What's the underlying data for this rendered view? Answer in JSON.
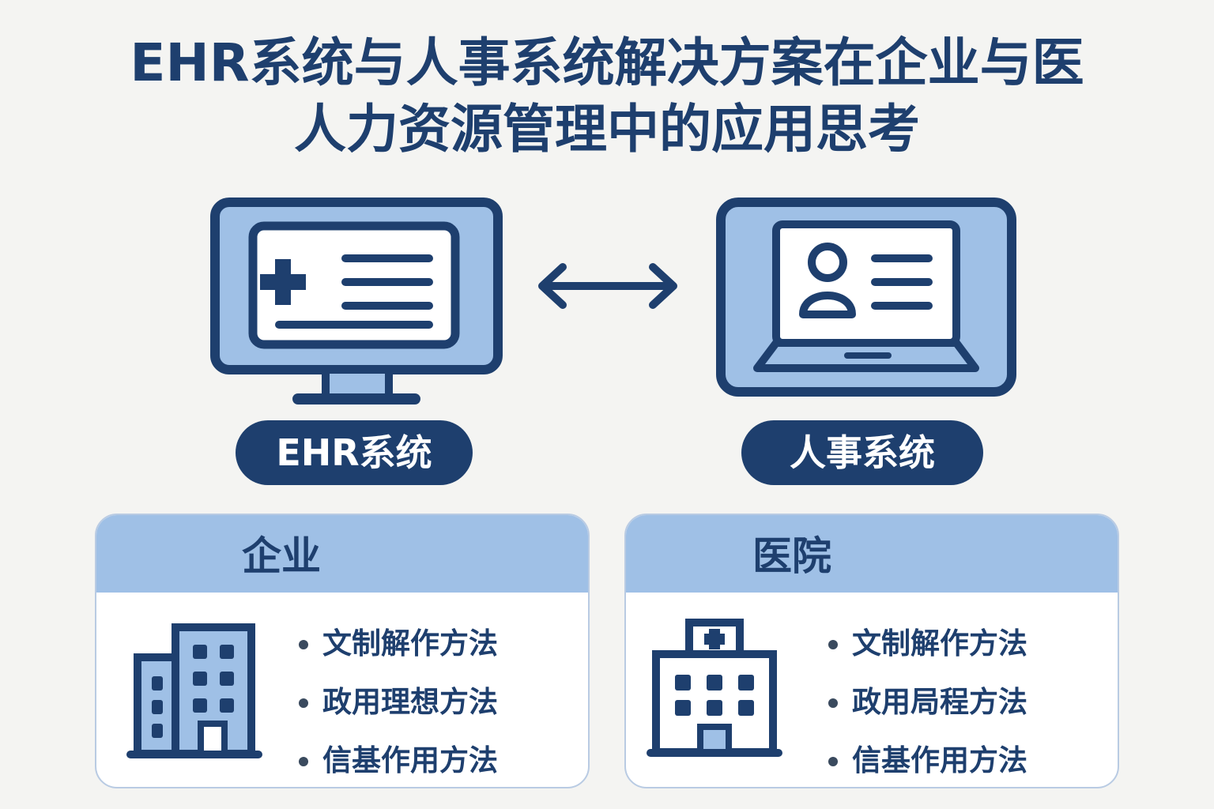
{
  "title": {
    "line1": "EHR系统与人事系统解决方案在企业与医",
    "line2": "人力资源管理中的应用思考"
  },
  "systems": {
    "ehr": {
      "label": "EHR系统",
      "icon": "monitor-medical-record-icon"
    },
    "hr": {
      "label": "人事系统",
      "icon": "laptop-employee-profile-icon"
    },
    "connector_icon": "double-arrow-icon"
  },
  "cards": {
    "enterprise": {
      "title": "企业",
      "icon": "office-building-icon",
      "items": [
        "文制解作方法",
        "政用理想方法",
        "信基作用方法"
      ]
    },
    "hospital": {
      "title": "医院",
      "icon": "hospital-building-icon",
      "items": [
        "文制解作方法",
        "政用局程方法",
        "信基作用方法"
      ]
    }
  },
  "colors": {
    "navy": "#1e3f6e",
    "light_blue": "#9fc0e6",
    "background": "#f4f4f2"
  }
}
